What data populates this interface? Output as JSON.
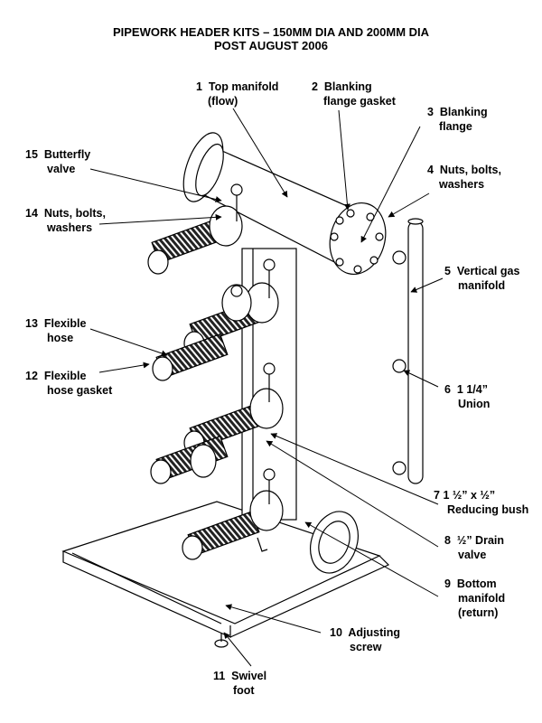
{
  "title": {
    "line1": "PIPEWORK HEADER KITS – 150MM DIA AND 200MM DIA",
    "line2": "POST AUGUST 2006"
  },
  "labels": [
    {
      "num": "1",
      "line1": "Top manifold",
      "line2": "(flow)"
    },
    {
      "num": "2",
      "line1": "Blanking",
      "line2": "flange gasket"
    },
    {
      "num": "3",
      "line1": "Blanking",
      "line2": "flange"
    },
    {
      "num": "4",
      "line1": "Nuts, bolts,",
      "line2": "washers"
    },
    {
      "num": "5",
      "line1": "Vertical gas",
      "line2": "manifold"
    },
    {
      "num": "6",
      "line1": "1 1/4”",
      "line2": "Union"
    },
    {
      "num": "7",
      "line1": "1 ½” x ½”",
      "line2": "Reducing bush"
    },
    {
      "num": "8",
      "line1": "½” Drain",
      "line2": "valve"
    },
    {
      "num": "9",
      "line1": "Bottom",
      "line2": "manifold",
      "line3": "(return)"
    },
    {
      "num": "10",
      "line1": "Adjusting",
      "line2": "screw"
    },
    {
      "num": "11",
      "line1": "Swivel",
      "line2": "foot"
    },
    {
      "num": "12",
      "line1": "Flexible",
      "line2": "hose gasket"
    },
    {
      "num": "13",
      "line1": "Flexible",
      "line2": "hose"
    },
    {
      "num": "14",
      "line1": "Nuts, bolts,",
      "line2": "washers"
    },
    {
      "num": "15",
      "line1": "Butterfly",
      "line2": "valve"
    }
  ]
}
